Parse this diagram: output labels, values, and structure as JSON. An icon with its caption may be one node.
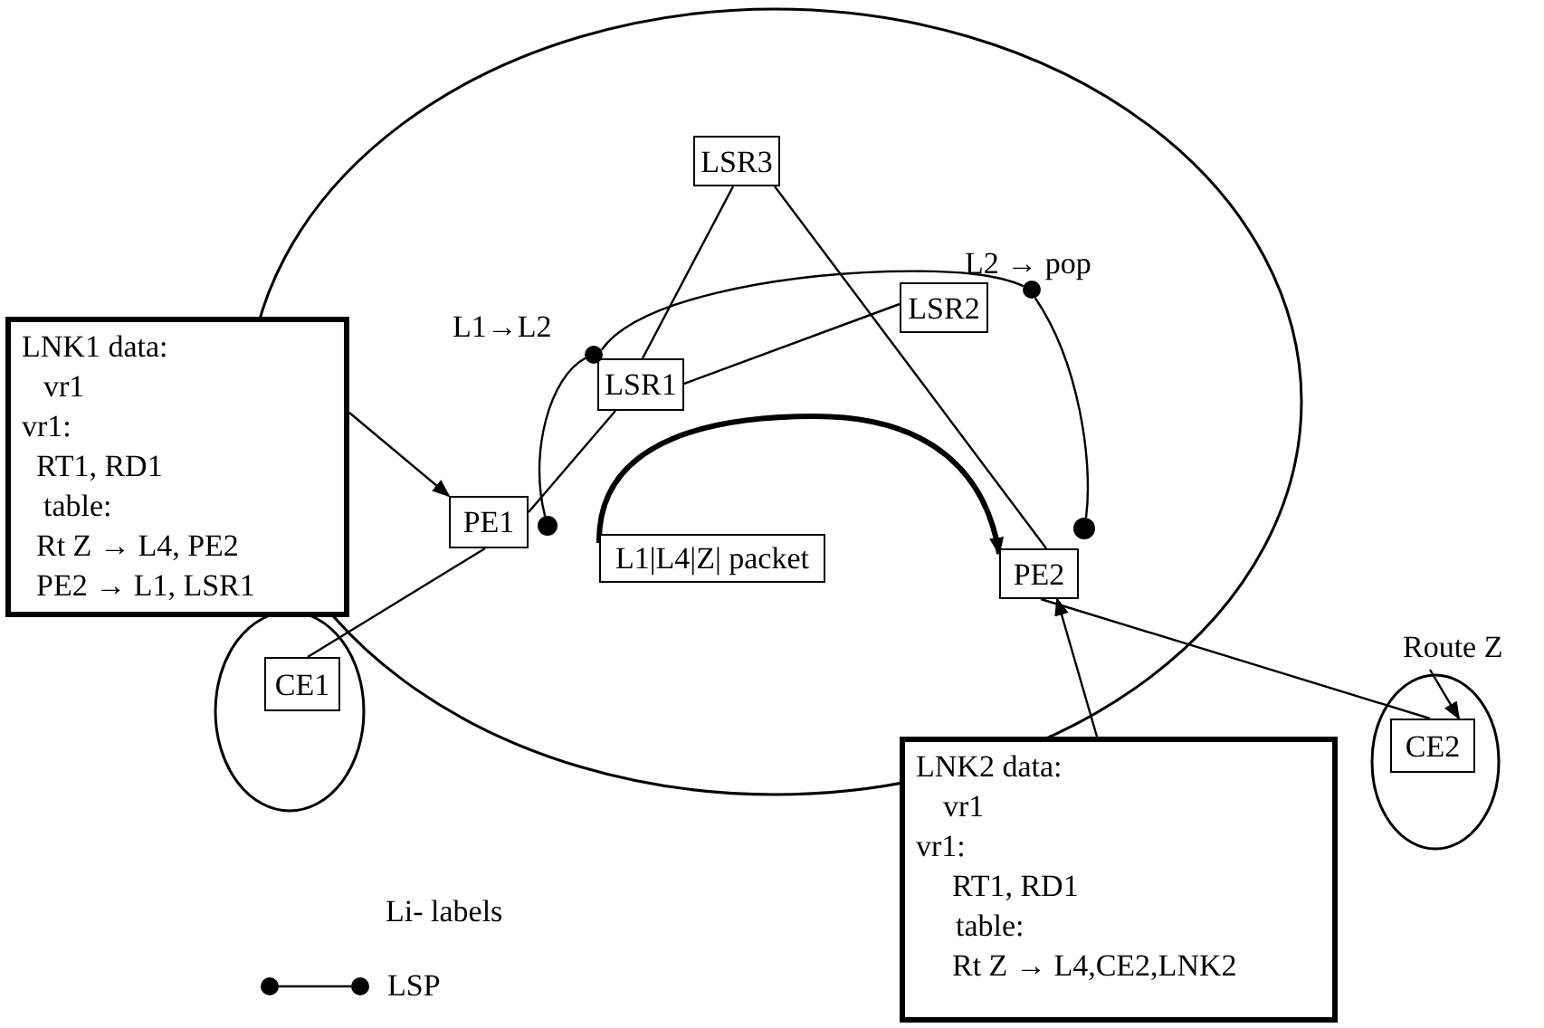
{
  "diagram": {
    "nodes": [
      {
        "text": [],
        "shape": "circle"
      },
      {
        "text": [
          "LSR3"
        ],
        "in": 0
      },
      {
        "text": [
          "LSR1"
        ],
        "in": 0
      },
      {
        "text": [
          "LSR2"
        ],
        "in": 0
      },
      {
        "text": [
          "PE1"
        ],
        "in": 0
      },
      {
        "text": [
          "PE2"
        ],
        "in": 0
      },
      {
        "text": [
          "L1|L4|Z| packet"
        ],
        "in": 0
      },
      {
        "text": [],
        "shape": "circle"
      },
      {
        "text": [
          "CE1"
        ],
        "in": 7
      },
      {
        "text": [],
        "shape": "circle"
      },
      {
        "text": [
          "CE2"
        ],
        "in": 9
      },
      {
        "text": [
          "LNK1 data:",
          "vr1",
          "vr1:",
          "RT1, RD1",
          "table:",
          "Rt Z → L4, PE2",
          "PE2  → L1, LSR1"
        ]
      },
      {
        "text": [
          "LNK2 data:",
          "vr1",
          "vr1:",
          "RT1, RD1",
          "table:",
          "Rt Z → L4,CE2,LNK2"
        ]
      },
      {
        "text": [
          "Route Z"
        ]
      },
      {
        "text": [],
        "shape": "circle",
        "in": 0
      },
      {
        "text": [],
        "shape": "circle",
        "in": 0,
        "beside": [
          "L1→L2"
        ]
      },
      {
        "text": [],
        "shape": "circle",
        "in": 0,
        "beside": [
          "L2 → pop"
        ]
      },
      {
        "text": [],
        "shape": "circle",
        "in": 0
      }
    ],
    "edges": [
      {
        "from": 1,
        "to": 2,
        "arrow": "none"
      },
      {
        "from": 1,
        "to": 5,
        "arrow": "none"
      },
      {
        "from": 2,
        "to": 3,
        "arrow": "none"
      },
      {
        "from": 4,
        "to": 2,
        "arrow": "none"
      },
      {
        "from": 14,
        "to": 15,
        "arrow": "none"
      },
      {
        "from": 15,
        "to": 16,
        "arrow": "none"
      },
      {
        "from": 16,
        "to": 17,
        "arrow": "none"
      },
      {
        "from": 6,
        "to": 5,
        "arrow": "to",
        "style": "thick"
      },
      {
        "from": 4,
        "to": 8,
        "arrow": "none"
      },
      {
        "from": 5,
        "to": 10,
        "arrow": "none"
      },
      {
        "from": 11,
        "to": 4,
        "arrow": "to"
      },
      {
        "from": 12,
        "to": 5,
        "arrow": "to"
      },
      {
        "from": 13,
        "to": 10,
        "arrow": "to"
      }
    ],
    "labels": [
      "Li- labels"
    ],
    "legend": [
      {
        "text": "LSP"
      }
    ]
  }
}
